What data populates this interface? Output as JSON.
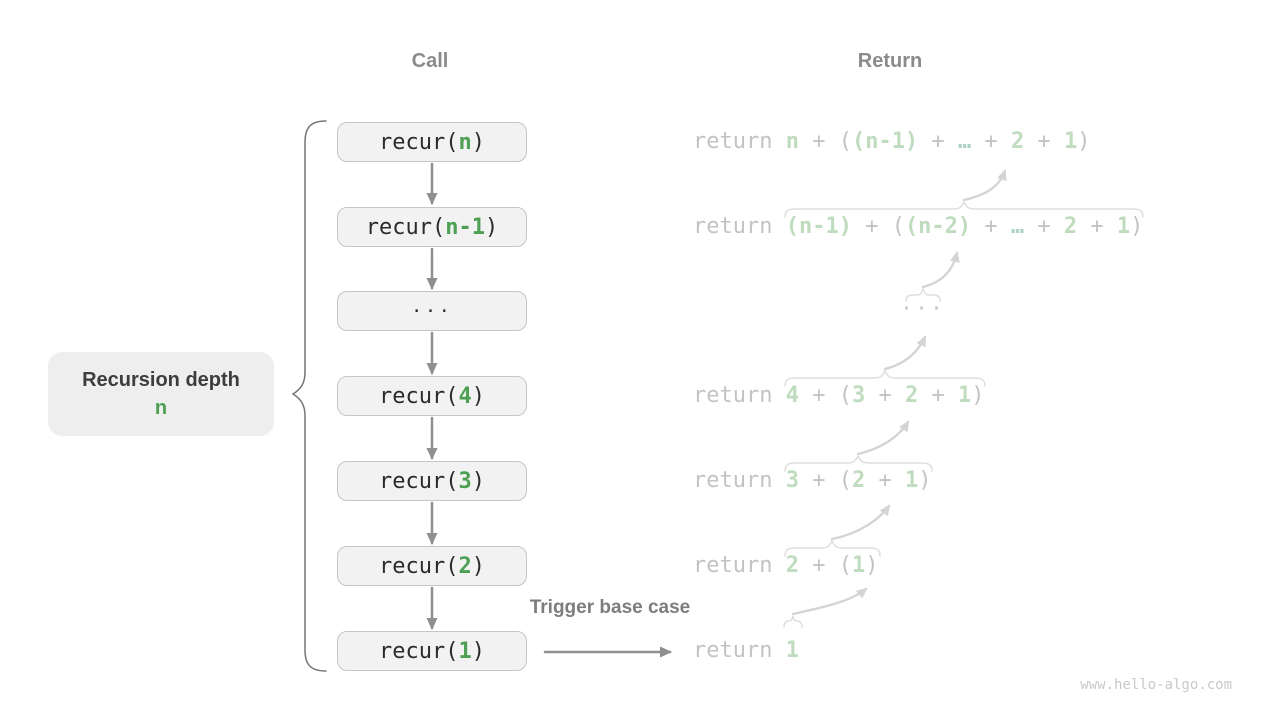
{
  "palette": {
    "bg": "#ffffff",
    "code_dark": "#2b2b2b",
    "green": "#4c9f53",
    "pale_green": "#bfdcbf",
    "teal_green": "#aed3c6",
    "muted_text": "#c3c3c3",
    "box_fill": "#f2f2f2",
    "box_border": "#c6c6c6",
    "label_fill": "#eeeeee",
    "label_text": "#3d3d3d",
    "header_text": "#8b8b8b",
    "trigger_text": "#7d7d7d",
    "dark_arrow": "#8f8f8f",
    "light_arrow": "#d4d4d4",
    "brace_stroke": "#757575",
    "overbrace_stroke": "#dedede",
    "watermark_text": "#c9c9c9"
  },
  "headers": {
    "call_label": "Call",
    "return_label": "Return"
  },
  "depth_label": {
    "title": "Recursion depth",
    "value": "n"
  },
  "trigger_label": "Trigger base case",
  "watermark": "www.hello-algo.com",
  "call_boxes": [
    {
      "segments": [
        {
          "t": "recur(",
          "c": "dark"
        },
        {
          "t": "n",
          "c": "green"
        },
        {
          "t": ")",
          "c": "dark"
        }
      ]
    },
    {
      "segments": [
        {
          "t": "recur(",
          "c": "dark"
        },
        {
          "t": "n-1",
          "c": "green"
        },
        {
          "t": ")",
          "c": "dark"
        }
      ]
    },
    {
      "segments": [
        {
          "t": "···",
          "c": "dark"
        }
      ]
    },
    {
      "segments": [
        {
          "t": "recur(",
          "c": "dark"
        },
        {
          "t": "4",
          "c": "green"
        },
        {
          "t": ")",
          "c": "dark"
        }
      ]
    },
    {
      "segments": [
        {
          "t": "recur(",
          "c": "dark"
        },
        {
          "t": "3",
          "c": "green"
        },
        {
          "t": ")",
          "c": "dark"
        }
      ]
    },
    {
      "segments": [
        {
          "t": "recur(",
          "c": "dark"
        },
        {
          "t": "2",
          "c": "green"
        },
        {
          "t": ")",
          "c": "dark"
        }
      ]
    },
    {
      "segments": [
        {
          "t": "recur(",
          "c": "dark"
        },
        {
          "t": "1",
          "c": "green"
        },
        {
          "t": ")",
          "c": "dark"
        }
      ]
    }
  ],
  "return_rows": [
    {
      "segments": [
        {
          "t": "return ",
          "c": "gray"
        },
        {
          "t": "n",
          "c": "pale"
        },
        {
          "t": " + (",
          "c": "gray"
        },
        {
          "t": "(n-1)",
          "c": "pale"
        },
        {
          "t": " + ",
          "c": "gray"
        },
        {
          "t": "…",
          "c": "teal"
        },
        {
          "t": " + ",
          "c": "gray"
        },
        {
          "t": "2",
          "c": "pale"
        },
        {
          "t": " + ",
          "c": "gray"
        },
        {
          "t": "1",
          "c": "pale"
        },
        {
          "t": ")",
          "c": "gray"
        }
      ]
    },
    {
      "segments": [
        {
          "t": "return ",
          "c": "gray"
        },
        {
          "t": "(n-1)",
          "c": "pale"
        },
        {
          "t": " + (",
          "c": "gray"
        },
        {
          "t": "(n-2)",
          "c": "pale"
        },
        {
          "t": " + ",
          "c": "gray"
        },
        {
          "t": "…",
          "c": "teal"
        },
        {
          "t": " + ",
          "c": "gray"
        },
        {
          "t": "2",
          "c": "pale"
        },
        {
          "t": " + ",
          "c": "gray"
        },
        {
          "t": "1",
          "c": "pale"
        },
        {
          "t": ")",
          "c": "gray"
        }
      ]
    },
    {
      "segments": [
        {
          "t": "···",
          "c": "gray"
        }
      ]
    },
    {
      "segments": [
        {
          "t": "return ",
          "c": "gray"
        },
        {
          "t": "4",
          "c": "pale"
        },
        {
          "t": " + (",
          "c": "gray"
        },
        {
          "t": "3",
          "c": "pale"
        },
        {
          "t": " + ",
          "c": "gray"
        },
        {
          "t": "2",
          "c": "pale"
        },
        {
          "t": " + ",
          "c": "gray"
        },
        {
          "t": "1",
          "c": "pale"
        },
        {
          "t": ")",
          "c": "gray"
        }
      ]
    },
    {
      "segments": [
        {
          "t": "return ",
          "c": "gray"
        },
        {
          "t": "3",
          "c": "pale"
        },
        {
          "t": " + (",
          "c": "gray"
        },
        {
          "t": "2",
          "c": "pale"
        },
        {
          "t": " + ",
          "c": "gray"
        },
        {
          "t": "1",
          "c": "pale"
        },
        {
          "t": ")",
          "c": "gray"
        }
      ]
    },
    {
      "segments": [
        {
          "t": "return ",
          "c": "gray"
        },
        {
          "t": "2",
          "c": "pale"
        },
        {
          "t": " + (",
          "c": "gray"
        },
        {
          "t": "1",
          "c": "pale"
        },
        {
          "t": ")",
          "c": "gray"
        }
      ]
    },
    {
      "segments": [
        {
          "t": "return ",
          "c": "gray"
        },
        {
          "t": "1",
          "c": "pale"
        }
      ]
    }
  ]
}
